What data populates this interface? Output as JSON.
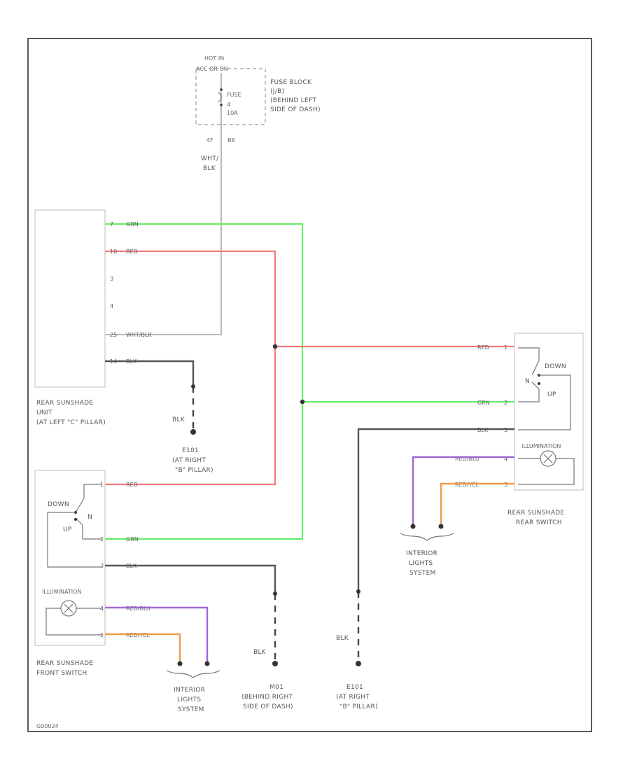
{
  "fuse_block": {
    "hot_in": "HOT IN",
    "hot_in_mode": "ACC OR ON",
    "fuse_label": "FUSE",
    "fuse_num": "4",
    "fuse_amp": "10A",
    "title_lines": [
      "FUSE BLOCK",
      "(J/B)",
      "(BEHIND LEFT",
      "SIDE OF DASH)"
    ],
    "pin_left": "4F",
    "pin_right": "B6",
    "wire_label_lines": [
      "WHT/",
      "BLK"
    ]
  },
  "sunshade_unit": {
    "pins": [
      {
        "num": "7",
        "wire": "GRN"
      },
      {
        "num": "10",
        "wire": "RED"
      },
      {
        "num": "3",
        "wire": ""
      },
      {
        "num": "4",
        "wire": ""
      },
      {
        "num": "25",
        "wire": "WHT/BLK"
      },
      {
        "num": "14",
        "wire": "BLK"
      }
    ],
    "title_lines": [
      "REAR SUNSHADE",
      "UNIT",
      "(AT LEFT \"C\" PILLAR)"
    ]
  },
  "ground_unit": {
    "wire": "BLK",
    "lines": [
      "E101",
      "(AT RIGHT",
      "\"B\" PILLAR)"
    ]
  },
  "front_switch": {
    "pins": [
      {
        "num": "1",
        "wire": "RED"
      },
      {
        "num": "2",
        "wire": "GRN"
      },
      {
        "num": "3",
        "wire": "BLK"
      },
      {
        "num": "4",
        "wire": "RED/BLU"
      },
      {
        "num": "5",
        "wire": "RED/YEL"
      }
    ],
    "down": "DOWN",
    "up": "UP",
    "n": "N",
    "illumination": "ILLUMINATION",
    "title_lines": [
      "REAR SUNSHADE",
      "FRONT SWITCH"
    ]
  },
  "rear_switch": {
    "pins": [
      {
        "num": "1",
        "wire": "RED"
      },
      {
        "num": "2",
        "wire": "GRN"
      },
      {
        "num": "3",
        "wire": "BLK"
      },
      {
        "num": "4",
        "wire": "RED/BLU"
      },
      {
        "num": "5",
        "wire": "RED/YEL"
      }
    ],
    "down": "DOWN",
    "up": "UP",
    "n": "N",
    "illumination": "ILLUMINATION",
    "title_lines": [
      "REAR SUNSHADE",
      "REAR SWITCH"
    ]
  },
  "interior_left": {
    "lines": [
      "INTERIOR",
      "LIGHTS",
      "SYSTEM"
    ]
  },
  "interior_right": {
    "lines": [
      "INTERIOR",
      "LIGHTS",
      "SYSTEM"
    ]
  },
  "ground_mid": {
    "wire": "BLK",
    "lines": [
      "M01",
      "(BEHIND RIGHT",
      "SIDE OF DASH)"
    ]
  },
  "ground_right": {
    "wire": "BLK",
    "lines": [
      "E101",
      "(AT RIGHT",
      "\"B\" PILLAR)"
    ]
  },
  "figure_id": "G00024"
}
